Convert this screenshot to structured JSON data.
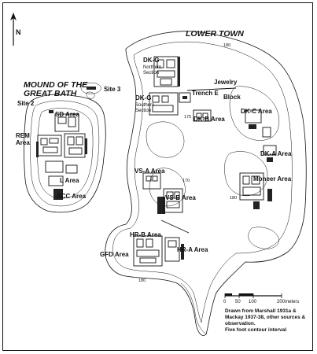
{
  "north_label": "N",
  "titles": {
    "lower_town": "LOWER TOWN",
    "mound_line1": "MOUND OF THE",
    "mound_line2": "GREAT BATH"
  },
  "areas": {
    "site3": "Site 3",
    "site2": "Site 2",
    "sd_area": "SD Area",
    "rem_area_1": "REM",
    "rem_area_2": "Area",
    "l_area": "L Area",
    "acc_area": "ACC Area",
    "dkg_north_1": "DK-G",
    "dkg_north_2": "Northern",
    "dkg_north_3": "Section",
    "dkg_south_1": "DK-G",
    "dkg_south_2": "Southern",
    "dkg_south_3": "Section",
    "jewelry": "Jewelry",
    "trench_e": "Trench E",
    "block": "Block",
    "dkb_area": "DK-B Area",
    "dkc_area": "DK-C Area",
    "dka_area": "DK-A Area",
    "moneer_area": "Moneer Area",
    "vsa_area": "VS-A Area",
    "vsb_area": "VS-B Area",
    "hrb_area": "HR-B Area",
    "hra_area": "HR-A Area",
    "gfd_area": "GFD Area"
  },
  "contours": {
    "c180a": "180",
    "c175": "175",
    "c170": "170",
    "c180b": "180",
    "c180c": "180"
  },
  "scale": {
    "ticks": [
      "0",
      "50",
      "100",
      "200"
    ],
    "unit": "meters"
  },
  "note_lines": [
    "Drawn from Marshall 1931a &",
    "Mackay 1937-38, other sources &",
    "observation.",
    "Five foot contour interval"
  ]
}
